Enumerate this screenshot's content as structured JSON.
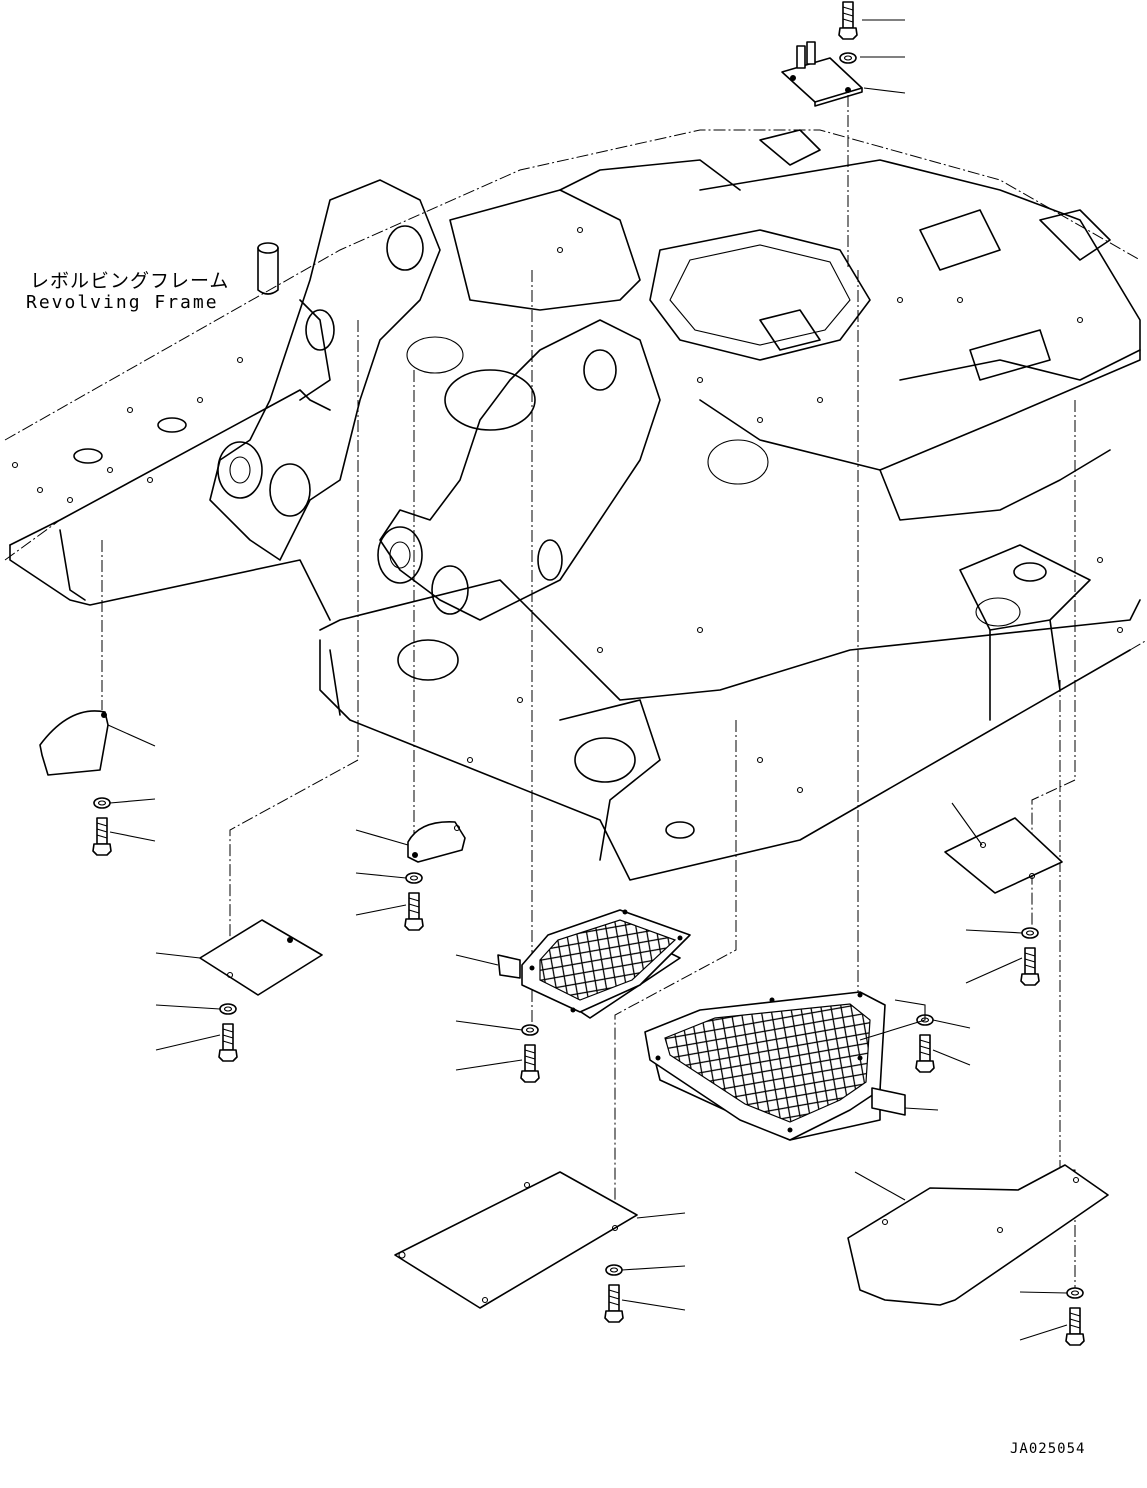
{
  "labels": {
    "frame_jp": "レボルビングフレーム",
    "frame_en": "Revolving Frame",
    "drawing_code": "JA025054"
  },
  "colors": {
    "ink": "#000000",
    "paper": "#ffffff"
  }
}
